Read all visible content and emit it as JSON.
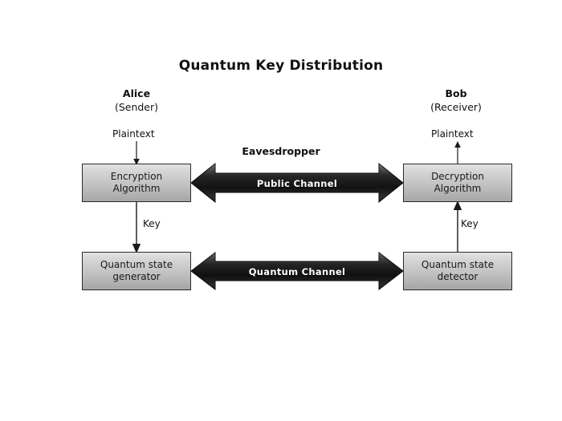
{
  "diagram": {
    "title": "Quantum Key Distribution",
    "background_color": "#ffffff",
    "box_fill_top": "#e2e2e2",
    "box_fill_bottom": "#a6a6a6",
    "box_border_color": "#2b2b2b",
    "arrow_dark_color": "#1b1b1b",
    "channel_label_color": "#ffffff"
  },
  "parties": {
    "alice": {
      "name": "Alice",
      "role": "(Sender)"
    },
    "bob": {
      "name": "Bob",
      "role": "(Receiver)"
    }
  },
  "labels": {
    "alice_plaintext": "Plaintext",
    "bob_plaintext": "Plaintext",
    "alice_key": "Key",
    "bob_key": "Key",
    "eavesdropper": "Eavesdropper"
  },
  "boxes": {
    "encryption": {
      "line1": "Encryption",
      "line2": "Algorithm"
    },
    "decryption": {
      "line1": "Decryption",
      "line2": "Algorithm"
    },
    "quantum_generator": {
      "line1": "Quantum state",
      "line2": "generator"
    },
    "quantum_detector": {
      "line1": "Quantum state",
      "line2": "detector"
    }
  },
  "channels": {
    "public": {
      "label": "Public Channel",
      "direction": "bidirectional"
    },
    "quantum": {
      "label": "Quantum Channel",
      "direction": "bidirectional"
    }
  }
}
